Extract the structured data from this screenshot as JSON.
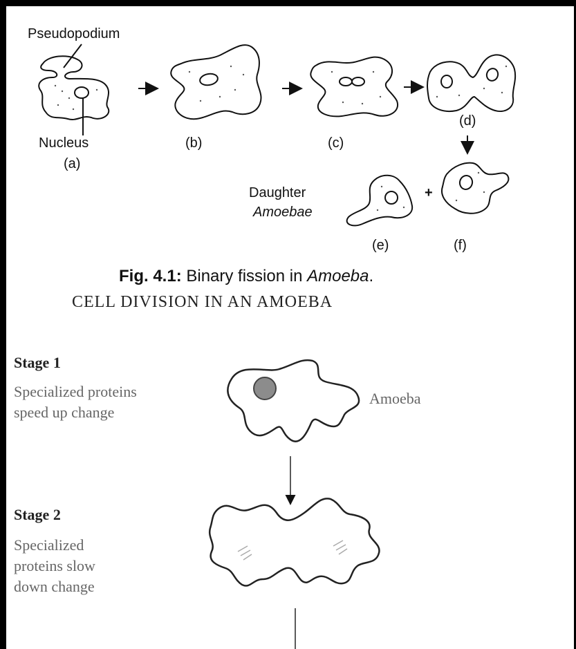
{
  "figure_top": {
    "label_pseudopodium": "Pseudopodium",
    "label_nucleus": "Nucleus",
    "panel_a": "(a)",
    "panel_b": "(b)",
    "panel_c": "(c)",
    "panel_d": "(d)",
    "panel_e": "(e)",
    "panel_f": "(f)",
    "daughter_line1": "Daughter",
    "daughter_line2": "Amoebae",
    "plus_sign": "+",
    "caption_prefix": "Fig. 4.1:",
    "caption_text": " Binary fission in ",
    "caption_italic": "Amoeba",
    "caption_end": "."
  },
  "figure_bottom": {
    "title": "CELL DIVISION IN AN AMOEBA",
    "stage1_title": "Stage 1",
    "stage1_desc_line1": "Specialized proteins",
    "stage1_desc_line2": "speed up change",
    "amoeba_label": "Amoeba",
    "stage2_title": "Stage 2",
    "stage2_desc_line1": "Specialized",
    "stage2_desc_line2": "proteins slow",
    "stage2_desc_line3": "down change"
  }
}
